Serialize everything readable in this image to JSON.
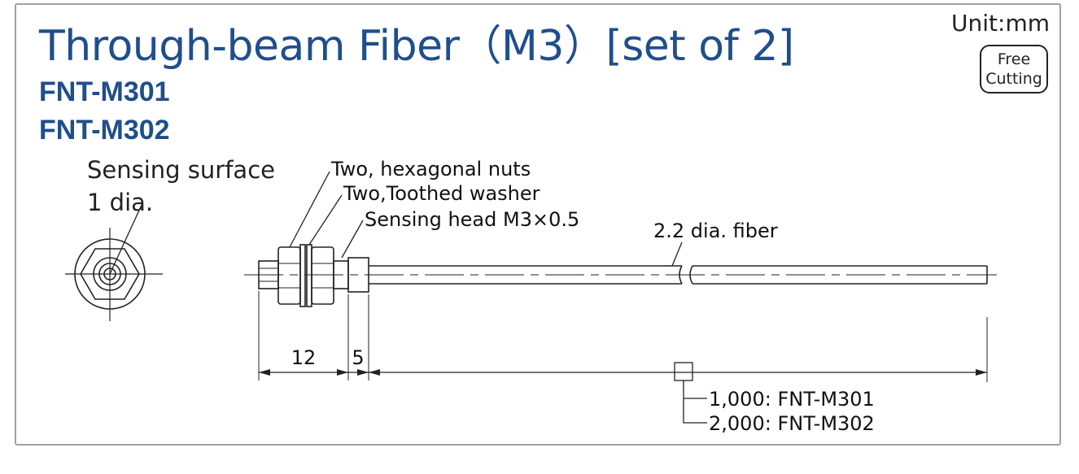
{
  "title": "Through-beam Fiber（M3）[set of 2]",
  "models": [
    "FNT-M301",
    "FNT-M302"
  ],
  "unit": "Unit:mm",
  "badge": {
    "line1": "Free",
    "line2": "Cutting"
  },
  "front_view": {
    "label_line1": "Sensing surface",
    "label_line2": "1 dia."
  },
  "callouts": {
    "nuts": "Two, hexagonal nuts",
    "washer": "Two,Toothed washer",
    "head": "Sensing head M3×0.5",
    "fiber": "2.2 dia. fiber"
  },
  "dimensions": {
    "thread_length": "12",
    "head_length": "5"
  },
  "length_table": [
    {
      "length": "1,000",
      "model": "FNT-M301"
    },
    {
      "length": "2,000",
      "model": "FNT-M302"
    }
  ],
  "colors": {
    "title": "#1f4e8c",
    "frame": "#9aa2aa",
    "line": "#222222"
  }
}
